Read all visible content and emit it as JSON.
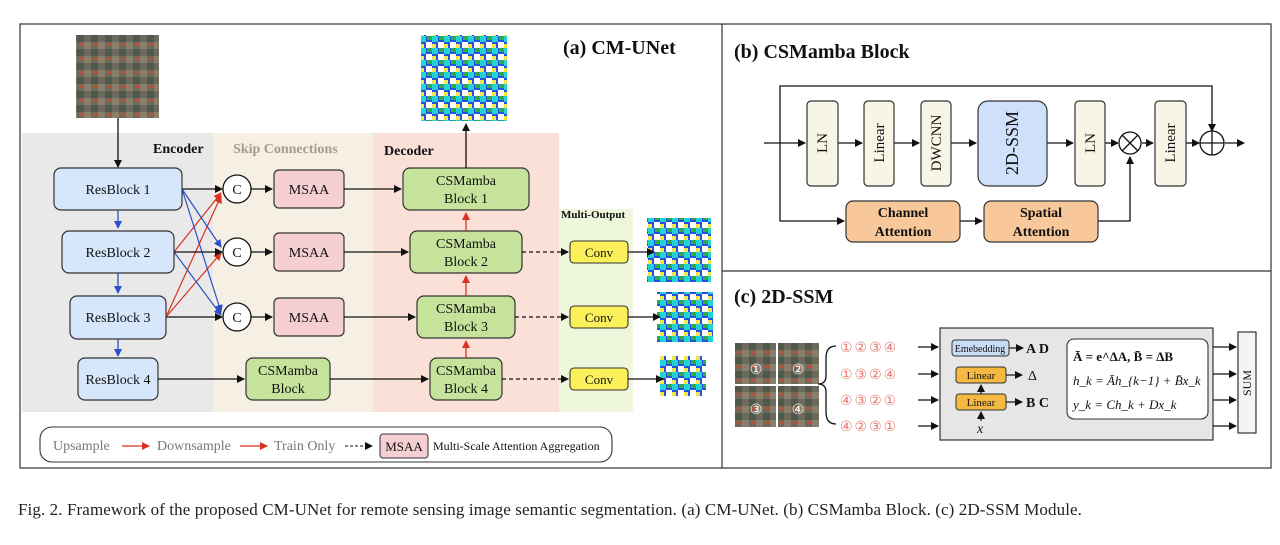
{
  "panel_a": {
    "title": "(a) CM-UNet",
    "section_labels": {
      "encoder": "Encoder",
      "skip": "Skip Connections",
      "decoder": "Decoder",
      "multi_output": "Multi-Output"
    },
    "resblocks": [
      "ResBlock 1",
      "ResBlock 2",
      "ResBlock 3",
      "ResBlock 4"
    ],
    "concat_symbol": "C",
    "msaa": [
      "MSAA",
      "MSAA",
      "MSAA"
    ],
    "skip_csmamba": {
      "line1": "CSMamba",
      "line2": "Block"
    },
    "decoder_blocks": [
      {
        "line1": "CSMamba",
        "line2": "Block 1"
      },
      {
        "line1": "CSMamba",
        "line2": "Block 2"
      },
      {
        "line1": "CSMamba",
        "line2": "Block 3"
      },
      {
        "line1": "CSMamba",
        "line2": "Block 4"
      }
    ],
    "conv": [
      "Conv",
      "Conv",
      "Conv"
    ],
    "legend": {
      "upsample": "Upsample",
      "downsample": "Downsample",
      "train_only": "Train Only",
      "msaa_key": "MSAA",
      "msaa_desc": "Multi-Scale Attention Aggregation"
    }
  },
  "panel_b": {
    "title": "(b) CSMamba Block",
    "ops": [
      "LN",
      "Linear",
      "DWCNN",
      "2D-SSM",
      "LN",
      "Linear"
    ],
    "channel_attention": {
      "line1": "Channel",
      "line2": "Attention"
    },
    "spatial_attention": {
      "line1": "Spatial",
      "line2": "Attention"
    }
  },
  "panel_c": {
    "title": "(c) 2D-SSM",
    "patch_numbers": [
      "①",
      "②",
      "③",
      "④"
    ],
    "scan_orders": [
      "①②③④",
      "①③②④",
      "④③②①",
      "④②③①"
    ],
    "embedding": "Emebedding",
    "linear": [
      "Linear",
      "Linear"
    ],
    "outputs": [
      "A D",
      "Δ",
      "B C"
    ],
    "input_var": "x",
    "equations": [
      "Ā = e^ΔA, B̄ = ΔB",
      "h_k = Āh_{k−1} + B̄x_k",
      "y_k = Ch_k + Dx_k"
    ],
    "sum": "SUM"
  },
  "caption": "Fig. 2.  Framework of the proposed CM-UNet for remote sensing image semantic segmentation. (a) CM-UNet. (b) CSMamba Block. (c) 2D-SSM Module."
}
